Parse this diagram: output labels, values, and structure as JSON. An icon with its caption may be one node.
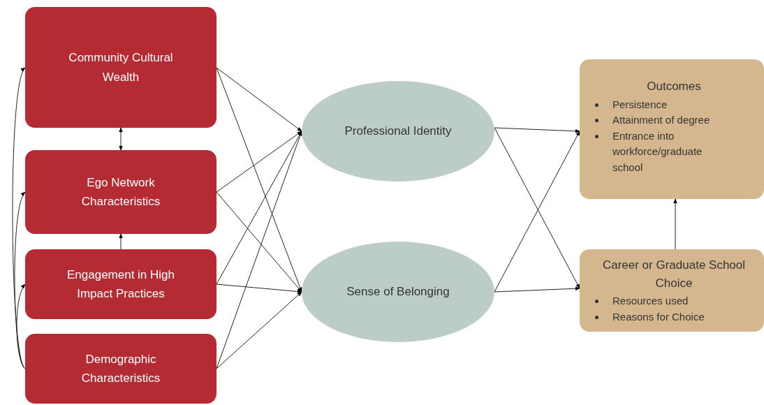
{
  "diagram": {
    "nodes": [
      {
        "text": [
          "Community Cultural Wealth"
        ]
      },
      {
        "text": [
          "Ego Network Characteristics"
        ]
      },
      {
        "text": [
          "Engagement in High Impact Practices"
        ]
      },
      {
        "text": [
          "Demographic Characteristics"
        ]
      },
      {
        "text": [
          "Professional Identity"
        ]
      },
      {
        "text": [
          "Sense of Belonging"
        ]
      },
      {
        "text": [
          "Outcomes",
          "Persistence",
          "Attainment of degree",
          "Entrance into workforce/graduate school"
        ]
      },
      {
        "text": [
          "Career or Graduate School Choice",
          "Resources used",
          "Reasons for Choice"
        ]
      }
    ],
    "edges": [
      {
        "from": 0,
        "to": 4,
        "arrow": "to"
      },
      {
        "from": 0,
        "to": 5,
        "arrow": "to"
      },
      {
        "from": 1,
        "to": 4,
        "arrow": "to"
      },
      {
        "from": 1,
        "to": 5,
        "arrow": "to"
      },
      {
        "from": 2,
        "to": 4,
        "arrow": "to"
      },
      {
        "from": 2,
        "to": 5,
        "arrow": "to"
      },
      {
        "from": 3,
        "to": 4,
        "arrow": "to"
      },
      {
        "from": 3,
        "to": 5,
        "arrow": "to"
      },
      {
        "from": 0,
        "to": 1,
        "arrow": "both"
      },
      {
        "from": 2,
        "to": 1,
        "arrow": "to"
      },
      {
        "from": 3,
        "to": 0,
        "arrow": "to"
      },
      {
        "from": 3,
        "to": 1,
        "arrow": "to"
      },
      {
        "from": 3,
        "to": 2,
        "arrow": "to"
      },
      {
        "from": 4,
        "to": 6,
        "arrow": "to"
      },
      {
        "from": 4,
        "to": 7,
        "arrow": "to"
      },
      {
        "from": 5,
        "to": 6,
        "arrow": "to"
      },
      {
        "from": 5,
        "to": 7,
        "arrow": "to"
      },
      {
        "from": 7,
        "to": 6,
        "arrow": "to"
      }
    ]
  }
}
